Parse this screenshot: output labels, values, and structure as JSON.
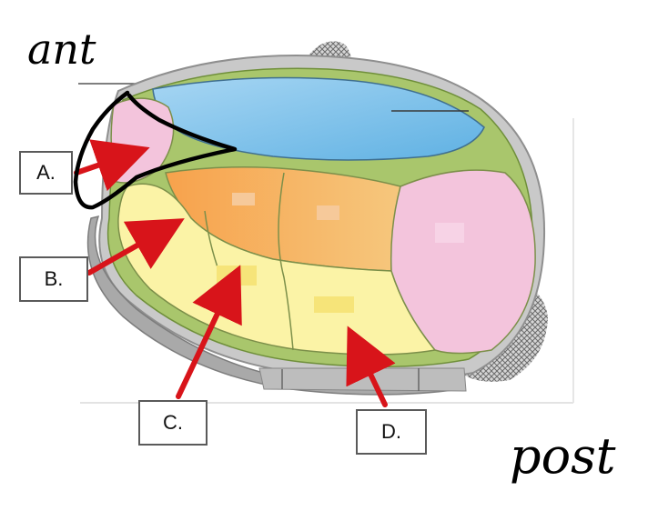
{
  "labels": {
    "a": "A.",
    "b": "B.",
    "c": "C.",
    "d": "D."
  },
  "annotations": {
    "anterior": "ant",
    "posterior": "post"
  },
  "colors": {
    "cortex_blue": "#8fc7ea",
    "pink_region": "#f3c4dc",
    "orange_region": "#f4b46a",
    "yellow_region": "#fbf3a6",
    "green_boundary": "#a9c66c",
    "gray_outline": "#9a9a9a",
    "arrow_red": "#d8141a",
    "ink": "#000000"
  }
}
